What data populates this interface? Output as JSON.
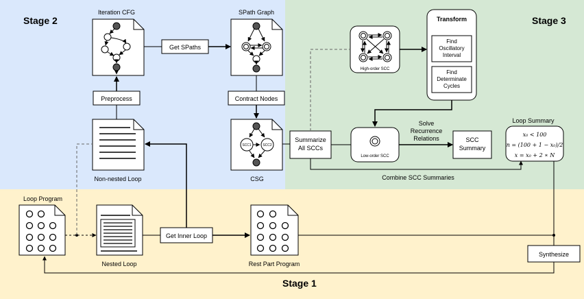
{
  "regions": {
    "stage2": "Stage 2",
    "stage3": "Stage 3",
    "stage1": "Stage 1"
  },
  "colors": {
    "stage2_bg": "#dae8fc",
    "stage3_bg": "#d5e8d4",
    "stage1_bg": "#fff2cc",
    "stroke": "#000000",
    "dashed": "#666666",
    "node_fill": "#555555"
  },
  "labels": {
    "iteration_cfg": "Iteration CFG",
    "spath_graph": "SPath Graph",
    "get_spaths": "Get SPaths",
    "preprocess": "Preprocess",
    "contract_nodes": "Contract Nodes",
    "non_nested_loop": "Non-nested Loop",
    "csg": "CSG",
    "scc1": "SCC1",
    "scc2": "SCC2",
    "summarize_line1": "Summarize",
    "summarize_line2": "All SCCs",
    "high_order_scc": "High-order SCC",
    "transform": "Transform",
    "find_osc_1": "Find",
    "find_osc_2": "Oscillatory",
    "find_osc_3": "Interval",
    "find_det_1": "Find",
    "find_det_2": "Determinate",
    "find_det_3": "Cycles",
    "low_order_scc": "Low-order SCC",
    "solve_1": "Solve",
    "solve_2": "Recurrence",
    "solve_3": "Relations",
    "scc_summary_1": "SCC",
    "scc_summary_2": "Summary",
    "loop_summary": "Loop Summary",
    "eq1": "x₀ < 100",
    "eq2": "n = (100 + 1 − x₀)/2",
    "eq3": "x = x₀ + 2 ∗ N",
    "combine": "Combine SCC Summaries",
    "loop_program": "Loop Program",
    "nested_loop": "Nested Loop",
    "get_inner_loop": "Get Inner Loop",
    "rest_part_program": "Rest Part Program",
    "synthesize": "Synthesize"
  }
}
